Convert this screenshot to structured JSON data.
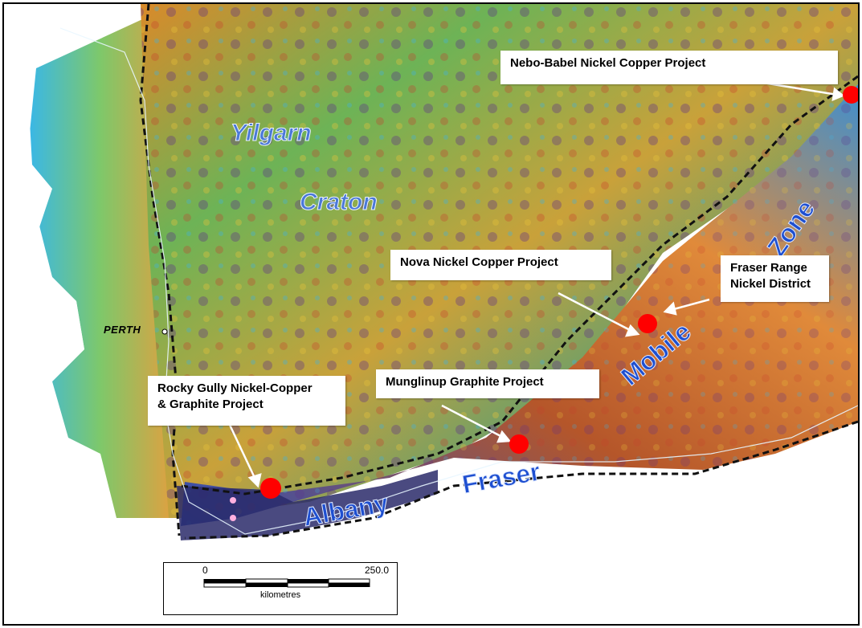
{
  "map": {
    "callouts": {
      "nebo": "Nebo-Babel Nickel Copper Project",
      "nova": "Nova Nickel Copper Project",
      "fraser_line1": "Fraser Range",
      "fraser_line2": "Nickel District",
      "munglinup": "Munglinup Graphite Project",
      "rocky_line1": "Rocky Gully Nickel-Copper",
      "rocky_line2": "& Graphite Project"
    },
    "regions": {
      "yilgarn": "Yilgarn",
      "craton": "Craton",
      "albany": "Albany",
      "fraser": "Fraser",
      "mobile": "Mobile",
      "zone": "Zone",
      "perth": "PERTH"
    },
    "scale": {
      "zero": "0",
      "max": "250.0",
      "units": "kilometres"
    },
    "colors": {
      "project_marker": "#ff0000",
      "boundary": "#111111",
      "region_label": "#4a78d8",
      "mobile_zone_label": "#1e4fd0"
    }
  }
}
